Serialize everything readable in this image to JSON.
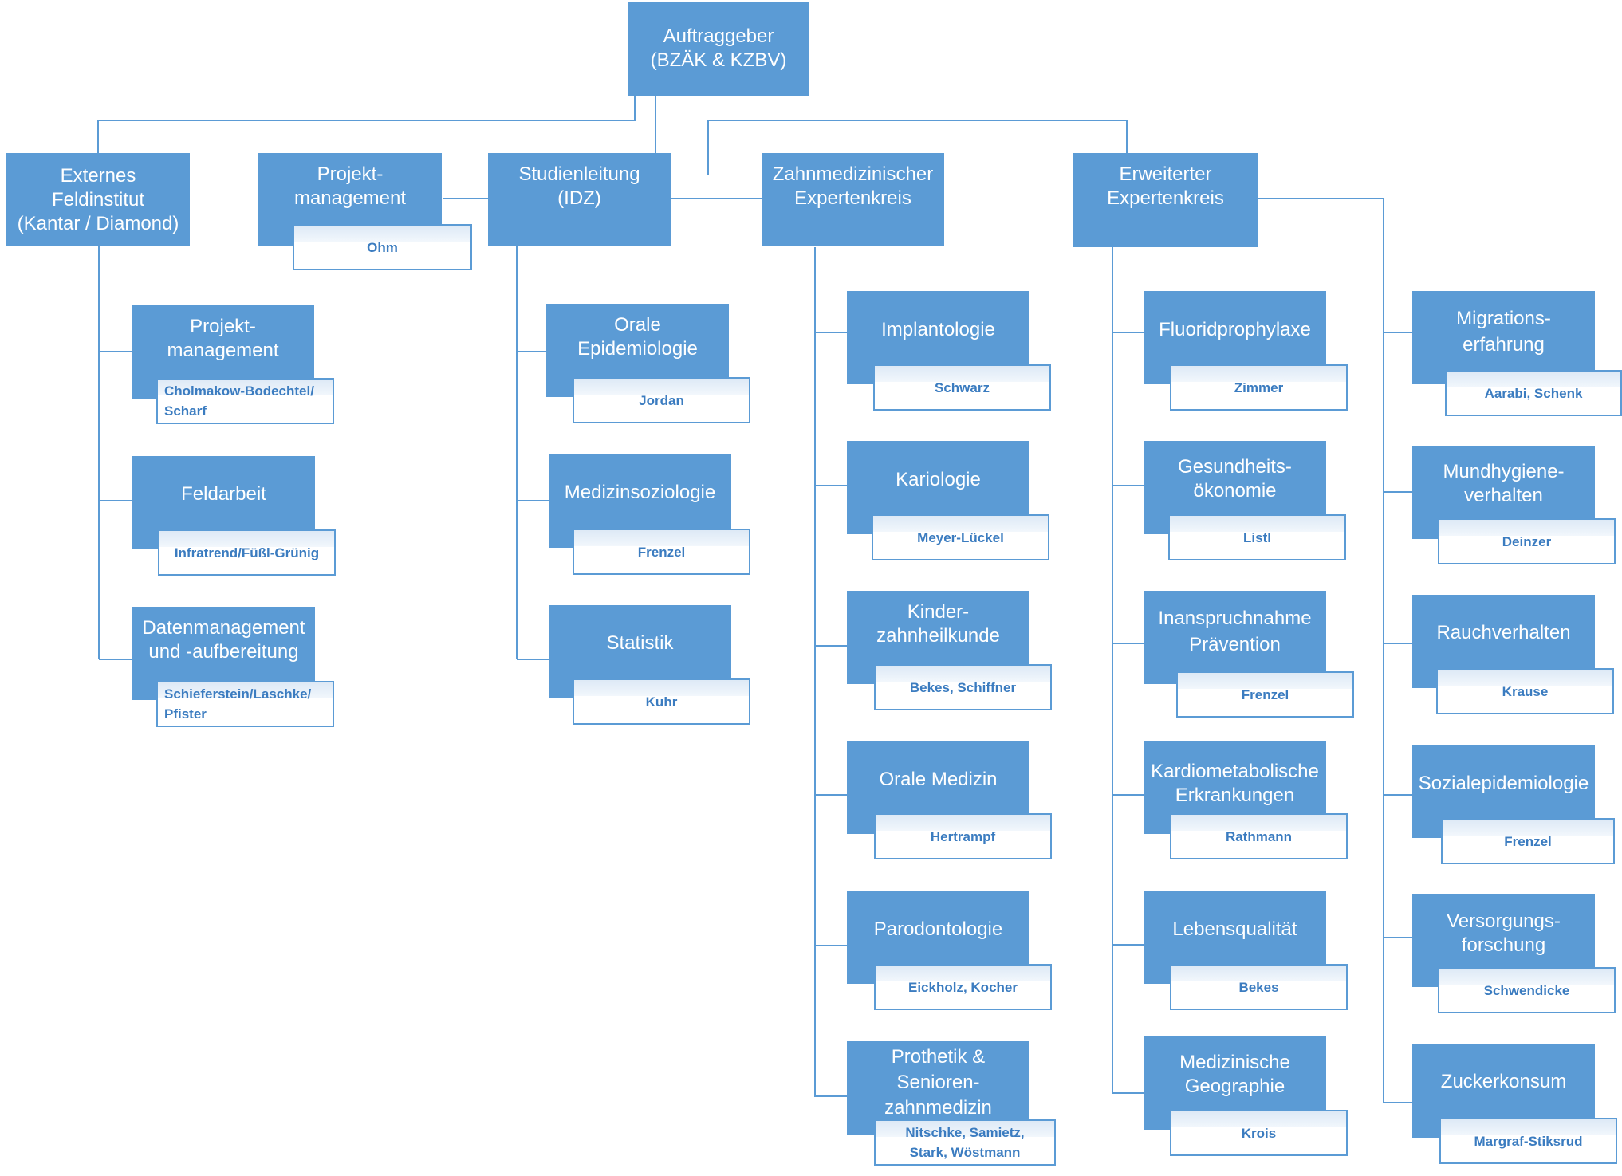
{
  "colors": {
    "box_fill": "#5b9bd5",
    "box_text": "#ffffff",
    "label_border": "#5b9bd5",
    "label_text": "#3b7cc0",
    "line": "#5b9bd5"
  },
  "nodes": {
    "auftraggeber": {
      "title": "Auftraggeber\n(BZÄK & KZBV)"
    },
    "feldinstitut": {
      "title": "Externes\nFeldinstitut\n(Kantar / Diamond)"
    },
    "projektmanagement_main": {
      "title": "Projekt-\nmanagement",
      "person": "Ohm"
    },
    "studienleitung": {
      "title": "Studienleitung\n(IDZ)"
    },
    "zahnmed_expertenkreis": {
      "title": "Zahnmedizinischer\nExpertenkreis"
    },
    "erweiterter_expertenkreis": {
      "title": "Erweiterter\nExpertenkreis"
    },
    "feld_projektmanagement": {
      "title": "Projekt-\nmanagement",
      "person": "Cholmakow-Bodechtel/\nScharf"
    },
    "feldarbeit": {
      "title": "Feldarbeit",
      "person": "Infratrend/Füßl-Grünig"
    },
    "datenmanagement": {
      "title": "Datenmanagement\nund -aufbereitung",
      "person": "Schieferstein/Laschke/\nPfister"
    },
    "orale_epidemiologie": {
      "title": "Orale\nEpidemiologie",
      "person": "Jordan"
    },
    "medizinsoziologie": {
      "title": "Medizinsoziologie",
      "person": "Frenzel"
    },
    "statistik": {
      "title": "Statistik",
      "person": "Kuhr"
    },
    "implantologie": {
      "title": "Implantologie",
      "person": "Schwarz"
    },
    "kariologie": {
      "title": "Kariologie",
      "person": "Meyer-Lückel"
    },
    "kinderzahnheilkunde": {
      "title": "Kinder-\nzahnheilkunde",
      "person": "Bekes, Schiffner"
    },
    "orale_medizin": {
      "title": "Orale Medizin",
      "person": "Hertrampf"
    },
    "parodontologie": {
      "title": "Parodontologie",
      "person": "Eickholz, Kocher"
    },
    "prothetik": {
      "title": "Prothetik &\nSenioren-\nzahnmedizin",
      "person": "Nitschke, Samietz,\nStark, Wöstmann"
    },
    "fluoridprophylaxe": {
      "title": "Fluoridprophylaxe",
      "person": "Zimmer"
    },
    "gesundheitsoekonomie": {
      "title": "Gesundheits-\nökonomie",
      "person": "Listl"
    },
    "inanspruchnahme": {
      "title": "Inanspruchnahme\nPrävention",
      "person": "Frenzel"
    },
    "kardiometabolische": {
      "title": "Kardiometabolische\nErkrankungen",
      "person": "Rathmann"
    },
    "lebensqualitaet": {
      "title": "Lebensqualität",
      "person": "Bekes"
    },
    "medizinische_geographie": {
      "title": "Medizinische\nGeographie",
      "person": "Krois"
    },
    "migrationserfahrung": {
      "title": "Migrations-\nerfahrung",
      "person": "Aarabi, Schenk"
    },
    "mundhygieneverhalten": {
      "title": "Mundhygiene-\nverhalten",
      "person": "Deinzer"
    },
    "rauchverhalten": {
      "title": "Rauchverhalten",
      "person": "Krause"
    },
    "sozialepidemiologie": {
      "title": "Sozialepidemiologie",
      "person": "Frenzel"
    },
    "versorgungsforschung": {
      "title": "Versorgungs-\nforschung",
      "person": "Schwendicke"
    },
    "zuckerkonsum": {
      "title": "Zuckerkonsum",
      "person": "Margraf-Stiksrud"
    }
  }
}
